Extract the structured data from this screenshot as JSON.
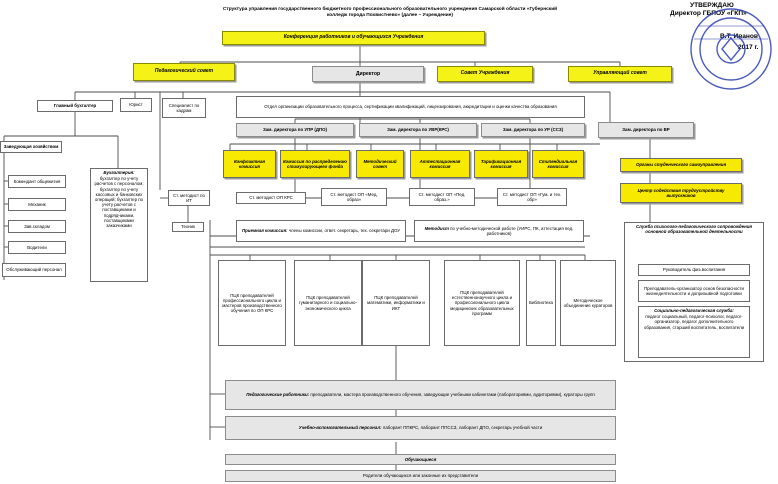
{
  "approval": {
    "approve": "УТВЕРЖДАЮ",
    "director_line": "Директор ГБПОУ «ГКП»",
    "name_line": "В.Т. Иванов",
    "year_line": "2017 г."
  },
  "colors": {
    "yellow": "#f5f217",
    "grey": "#e6e6e6",
    "line": "#4d4d4d",
    "seal": "#2c3fb0"
  },
  "header": {
    "title": "Структура управления государственного бюджетного профессионального образовательного учреждения Самарской области «Губернский колледж города Похвистнево» (далее – Учреждение)"
  },
  "top": {
    "conference": "Конференция работников и обучающихся Учреждения",
    "ped_council": "Педагогический совет",
    "director": "Директор",
    "council": "Совет Учреждения",
    "mgmt_council": "Управляющий совет"
  },
  "admin": {
    "chief_accountant": "Главный бухгалтер",
    "lawyer": "Юрист",
    "hr": "Специалист по кадрам",
    "supply_head": "Заведующая хозяйством",
    "supply_items": [
      "Комендант общежития",
      "Механик",
      "Зав.складом",
      "Водители",
      "Обслуживающий персонал"
    ],
    "accounting_title": "Бухгалтерия:",
    "accounting_text": "бухгалтер по учету расчетов с персоналом; бухгалтер по учету кассовых и банковских операций; бухгалтер по учету расчетов с поставщиками и подрядчиками, поставщиками заказчиками",
    "it_methodist": "Ст. методист по ИТ",
    "techs": "Техник"
  },
  "dept": {
    "org_dept": "Отдел организации образовательного процесса, сертификации квалификаций, лицензирования, аккредитации и оценки качества образования",
    "dep_upr": "Зам. директора по УПР (ДПО)",
    "dep_vr_kpc": "Зам. директора по УВР(КРС)",
    "dep_ur": "Зам. директора по УР (ССЗ)",
    "dep_vr": "Зам. директора по ВР"
  },
  "commissions": [
    "Конфликтная комиссия",
    "Комиссия по распределению стимулирующего фонда",
    "Методический совет",
    "Аттестационная комиссия",
    "Тарификационная комиссия",
    "Стипендиальная комиссия"
  ],
  "student_orgs": {
    "self_gov": "Органы студенческого самоуправления",
    "employment": "Центр содействия трудоустройству выпускников"
  },
  "methodists": [
    "Ст. методист ОП КРС",
    "Ст. методист ОП «Мед. образ»",
    "Ст. методист ОП «Пед. образ.»",
    "Ст. методист ОП «Гум. и тех. обр»"
  ],
  "notes": {
    "exam_label": "Приемная комиссия:",
    "exam_text": "члены комиссии, ответ. секретарь, тех. секретари ДОУ",
    "methodist_label": "Методист",
    "methodist_text": "по учебно-методической работе (УИРС, ПК, аттестация пед. работников)"
  },
  "cycles": [
    "ПЦК преподавателей профессионального цикла и мастеров производственного обучения по ОП КРС",
    "ПЦК преподавателей гуманитарного и социально-экономического цикла",
    "ПЦК преподавателей математики, информатики и ИКТ",
    "ПЦК преподавателей естественнонаучного цикла и профессионального цикла медицинских образовательных программ",
    "Библиотека",
    "Методическое объединение кураторов"
  ],
  "psych": {
    "title": "Служба психолого-педагогического сопровождения основной образовательной деятельности",
    "pe_head": "Руководитель физ.воспитания",
    "safety": "Преподаватель-организатор основ безопасности жизнедеятельности и допризывной подготовки",
    "social_title": "Социально-педагогическая служба:",
    "social_text": "педагог социальный, педагог-психолог, педагог-организатор, педагог дополнительного образования, старший воспитатель, воспитатели"
  },
  "bottom": {
    "ped_label": "Педагогические работники:",
    "ped_text": "преподаватели, мастера производственного обучения, заведующие учебными кабинетами (лабораториями, аудиториями), кураторы групп",
    "support_label": "Учебно-вспомогательный персонал:",
    "support_text": "лаборант ППКРС, лаборант ППССЗ, лаборант ДПО, секретарь учебной части",
    "students": "Обучающиеся",
    "parents": "Родители обучающихся или законные их представители"
  }
}
